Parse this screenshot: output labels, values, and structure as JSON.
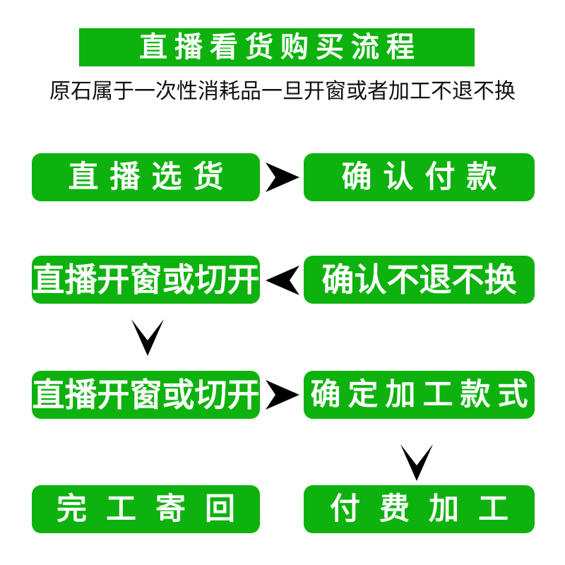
{
  "page": {
    "background_color": "#ffffff",
    "accent_green": "#0eb20e",
    "text_on_green": "#ffffff",
    "text_dark": "#111111"
  },
  "header": {
    "title": "直播看货购买流程",
    "subtitle": "原石属于一次性消耗品一旦开窗或者加工不退不换"
  },
  "flow": {
    "steps": [
      {
        "id": "step-1",
        "label": "直播选货",
        "row": 1,
        "column": "left"
      },
      {
        "id": "step-2",
        "label": "确认付款",
        "row": 1,
        "column": "right"
      },
      {
        "id": "step-3",
        "label": "确认不退不换",
        "row": 2,
        "column": "right"
      },
      {
        "id": "step-4",
        "label": "直播开窗或切开",
        "row": 2,
        "column": "left"
      },
      {
        "id": "step-5",
        "label": "直播开窗或切开",
        "row": 3,
        "column": "left"
      },
      {
        "id": "step-6",
        "label": "确定加工款式",
        "row": 3,
        "column": "right"
      },
      {
        "id": "step-7",
        "label": "付费加工",
        "row": 4,
        "column": "right"
      },
      {
        "id": "step-8",
        "label": "完工寄回",
        "row": 4,
        "column": "left"
      }
    ],
    "connectors": [
      {
        "id": "connector-1",
        "icon": "arrow-right-icon",
        "from": "step-1",
        "to": "step-2"
      },
      {
        "id": "connector-2",
        "icon": "arrow-left-icon",
        "from": "step-3",
        "to": "step-4"
      },
      {
        "id": "connector-3",
        "icon": "arrow-down-icon",
        "from": "step-4",
        "to": "step-5"
      },
      {
        "id": "connector-4",
        "icon": "arrow-right-icon",
        "from": "step-5",
        "to": "step-6"
      },
      {
        "id": "connector-5",
        "icon": "arrow-down-icon",
        "from": "step-6",
        "to": "step-7"
      }
    ]
  }
}
